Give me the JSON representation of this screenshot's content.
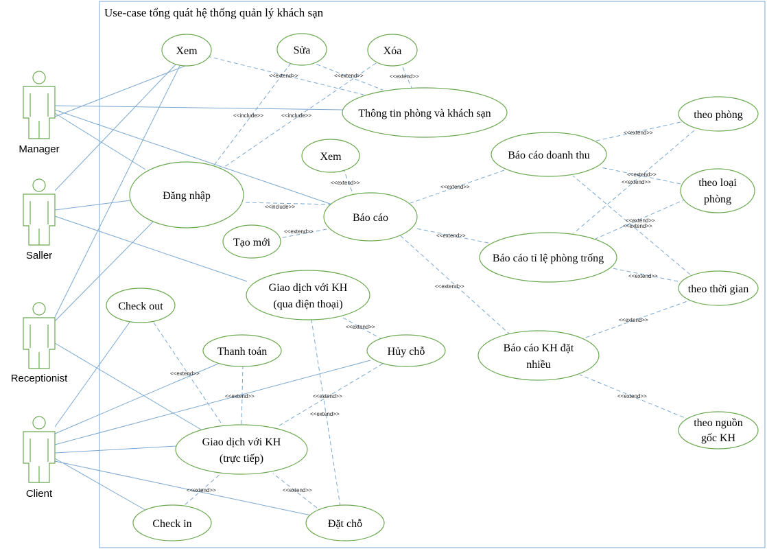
{
  "title": "Use-case tổng quát hệ thống quản lý khách sạn",
  "actors": {
    "manager": "Manager",
    "saller": "Saller",
    "receptionist": "Receptionist",
    "client": "Client"
  },
  "use_cases": {
    "xem_top": "Xem",
    "sua": "Sửa",
    "xoa": "Xóa",
    "thong_tin": "Thông tin phòng và khách sạn",
    "dang_nhap": "Đăng nhập",
    "xem_mid": "Xem",
    "bao_cao": "Báo cáo",
    "tao_moi": "Tạo mới",
    "bc_doanh_thu": "Báo cáo doanh thu",
    "theo_phong": "theo phòng",
    "theo_loai_phong_1": "theo loại",
    "theo_loai_phong_2": "phòng",
    "bc_ti_le_1": "Báo cáo tỉ lệ phòng trống",
    "theo_thoi_gian": "theo thời gian",
    "bc_kh_1": "Báo cáo KH đặt",
    "bc_kh_2": "nhiều",
    "theo_nguon_1": "theo nguồn",
    "theo_nguon_2": "gốc KH",
    "gd_dt_1": "Giao dịch với KH",
    "gd_dt_2": "(qua điện thoại)",
    "check_out": "Check out",
    "thanh_toan": "Thanh toán",
    "huy_cho": "Hủy chỗ",
    "gd_tt_1": "Giao dịch với KH",
    "gd_tt_2": "(trực tiếp)",
    "check_in": "Check in",
    "dat_cho": "Đặt chỗ"
  },
  "stereotypes": {
    "extend": "<<extend>>",
    "include": "<<include>>"
  }
}
